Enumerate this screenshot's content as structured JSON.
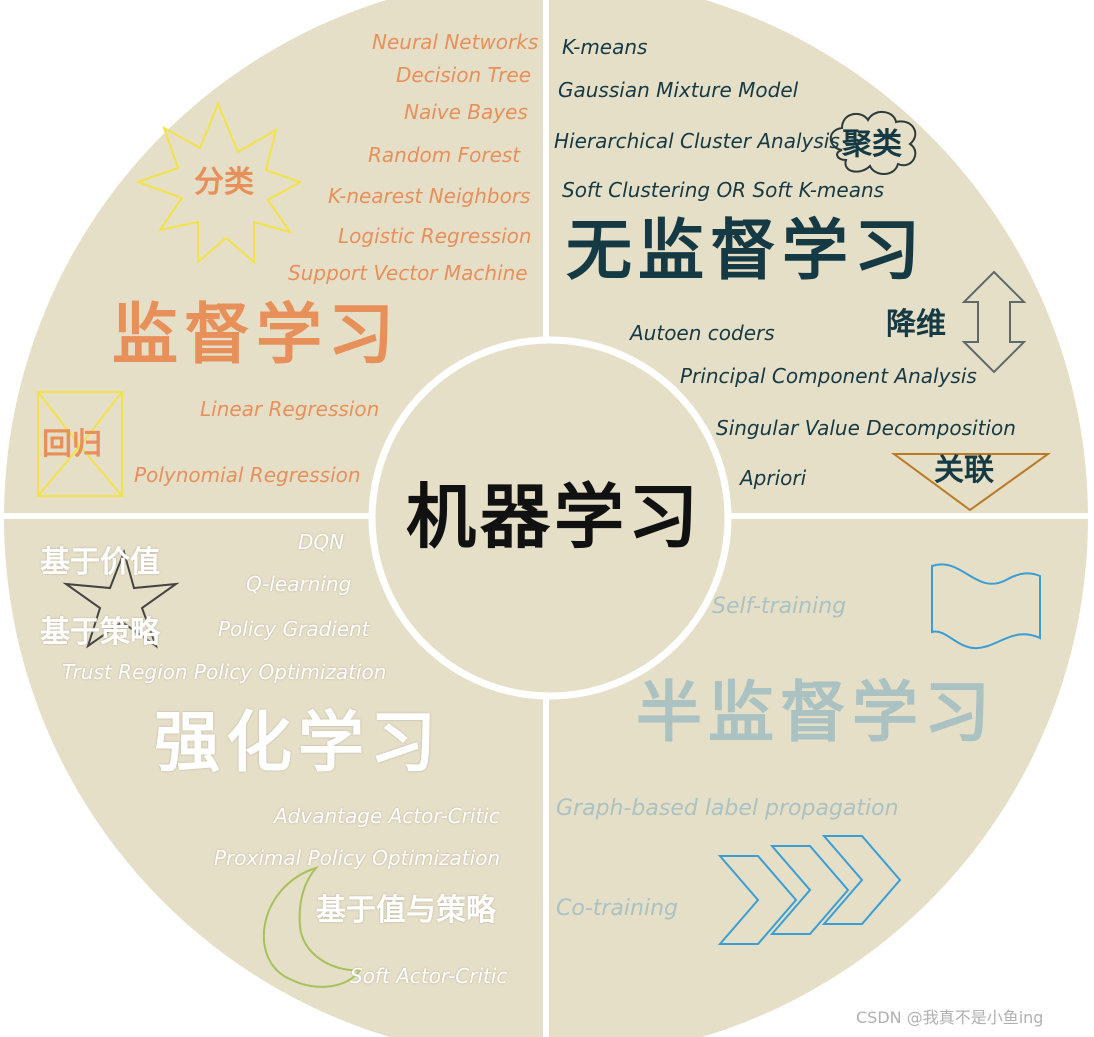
{
  "center": {
    "title": "机器学习"
  },
  "supervised": {
    "title": "监督学习",
    "classification_label": "分类",
    "regression_label": "回归",
    "classification_items": [
      "Neural Networks",
      "Decision Tree",
      "Naive Bayes",
      "Random Forest",
      "K-nearest Neighbors",
      "Logistic Regression",
      "Support Vector Machine"
    ],
    "regression_items": [
      "Linear Regression",
      "Polynomial Regression"
    ]
  },
  "unsupervised": {
    "title": "无监督学习",
    "clustering_label": "聚类",
    "dimred_label": "降维",
    "association_label": "关联",
    "clustering_items": [
      "K-means",
      "Gaussian Mixture Model",
      "Hierarchical Cluster Analysis",
      "Soft Clustering OR Soft K-means"
    ],
    "dimred_items": [
      "Autoen coders",
      "Principal Component Analysis",
      "Singular Value Decomposition"
    ],
    "association_items": [
      "Apriori"
    ]
  },
  "reinforcement": {
    "title": "强化学习",
    "value_label": "基于价值",
    "policy_label": "基于策略",
    "both_label": "基于值与策略",
    "value_items": [
      "DQN",
      "Q-learning"
    ],
    "policy_items": [
      "Policy Gradient",
      "Trust Region Policy Optimization"
    ],
    "both_items": [
      "Advantage Actor-Critic",
      "Proximal Policy Optimization",
      "Soft Actor-Critic"
    ]
  },
  "semisupervised": {
    "title": "半监督学习",
    "items": [
      "Self-training",
      "Graph-based label propagation",
      "Co-training"
    ]
  },
  "watermark": "CSDN @我真不是小鱼ing",
  "colors": {
    "disk": "#e6dfc8",
    "divider": "#ffffff",
    "supervised": "#e8905a",
    "unsupervised": "#163a44",
    "reinforcement": "#ffffff",
    "semisupervised": "#aac2c2"
  }
}
